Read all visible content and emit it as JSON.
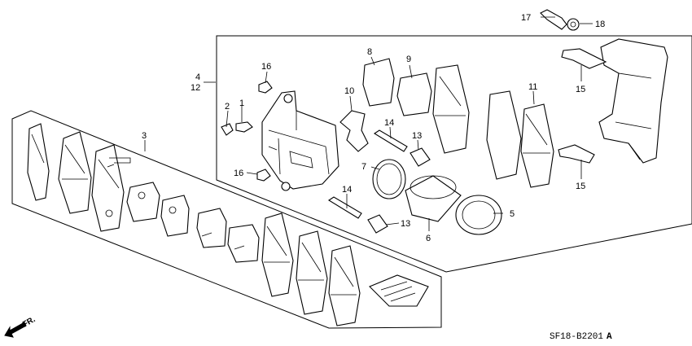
{
  "diagram": {
    "part_numbers": {
      "p1": "1",
      "p2": "2",
      "p3": "3",
      "p4": "4",
      "p5": "5",
      "p6": "6",
      "p7": "7",
      "p8": "8",
      "p9": "9",
      "p10": "10",
      "p11": "11",
      "p12": "12",
      "p13a": "13",
      "p13b": "13",
      "p14a": "14",
      "p14b": "14",
      "p15a": "15",
      "p15b": "15",
      "p16a": "16",
      "p16b": "16",
      "p17": "17",
      "p18": "18"
    },
    "direction_label": "FR.",
    "diagram_code": "SF18-B2201",
    "diagram_code_suffix": "A"
  }
}
